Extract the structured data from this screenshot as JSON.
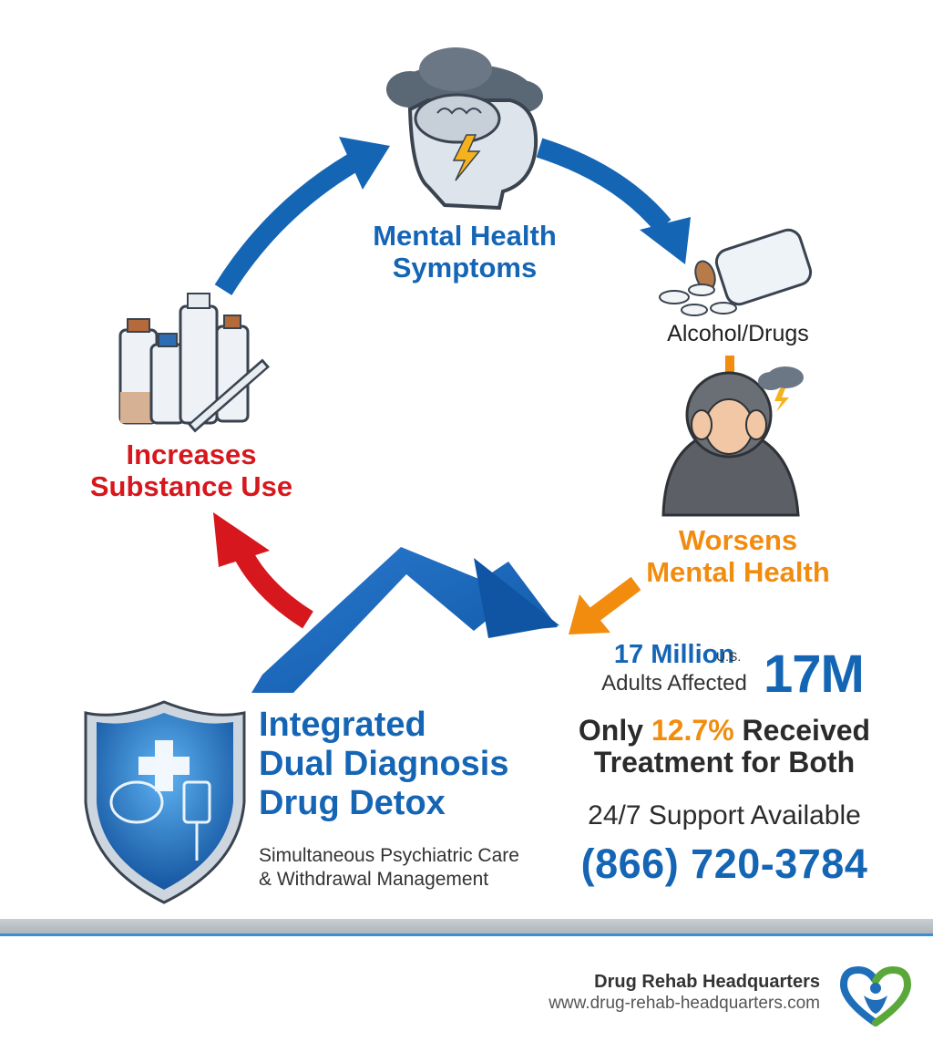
{
  "nodes": {
    "mental_health": [
      "Mental Health",
      "Symptoms"
    ],
    "alcohol_drugs": "Alcohol/Drugs",
    "worsens": [
      "Worsens",
      "Mental Health"
    ],
    "increases": [
      "Increases",
      "Substance Use"
    ]
  },
  "stats": {
    "million": "17 Million",
    "us": "U.S.",
    "adults": "Adults Affected",
    "big_number": "17M",
    "treatment_prefix": "Only ",
    "treatment_pct": "12.7%",
    "treatment_suffix": " Received",
    "treatment_line2": "Treatment for Both"
  },
  "support": {
    "label": "24/7 Support Available",
    "phone": "(866) 720-3784"
  },
  "detox": {
    "title": [
      "Integrated",
      "Dual Diagnosis",
      "Drug Detox"
    ],
    "subtitle": [
      "Simultaneous Psychiatric Care",
      "& Withdrawal Management"
    ]
  },
  "footer": {
    "brand": "Drug Rehab Headquarters",
    "url": "www.drug-rehab-headquarters.com"
  },
  "colors": {
    "blue": "#1565b5",
    "red": "#d6171d",
    "orange": "#f28c0f"
  }
}
